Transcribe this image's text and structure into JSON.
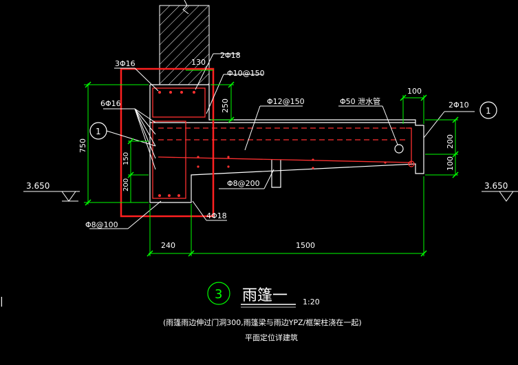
{
  "labels": {
    "bar_3phi16": "3Φ16",
    "dim_130": "130",
    "bar_2phi18": "2Φ18",
    "stirrup_phi10_150": "Φ10@150",
    "bar_6phi16": "6Φ16",
    "dim_250": "250",
    "slab_phi12_150": "Φ12@150",
    "drain_pipe": "Φ50 泄水管",
    "dim_100_top": "100",
    "bar_2phi10": "2Φ10",
    "marker_1_left": "1",
    "marker_1_right": "1",
    "dim_750": "750",
    "dim_150": "150",
    "dim_200_left": "200",
    "dim_200_right": "200",
    "dim_100_right": "100",
    "elev_left": "3.650",
    "elev_right": "3.650",
    "bar_phi8_200": "Φ8@200",
    "bar_phi8_100": "Φ8@100",
    "bar_4phi18": "4Φ18",
    "dim_240": "240",
    "dim_1500": "1500",
    "detail_number": "3",
    "detail_title": "雨篷一",
    "detail_scale": "1:20",
    "note_line1": "(雨篷雨边伸过门洞300,雨篷梁与雨边YPZ/框架柱浇在一起)",
    "note_line2": "平面定位详建筑",
    "edge_mark": "|"
  },
  "colors": {
    "background": "#000000",
    "line_white": "#ffffff",
    "dim_green": "#00ff00",
    "highlight_red": "#ff2020",
    "rebar_red": "#ff3030",
    "leader_white": "#ffffff",
    "hatch": "#ffffff"
  }
}
